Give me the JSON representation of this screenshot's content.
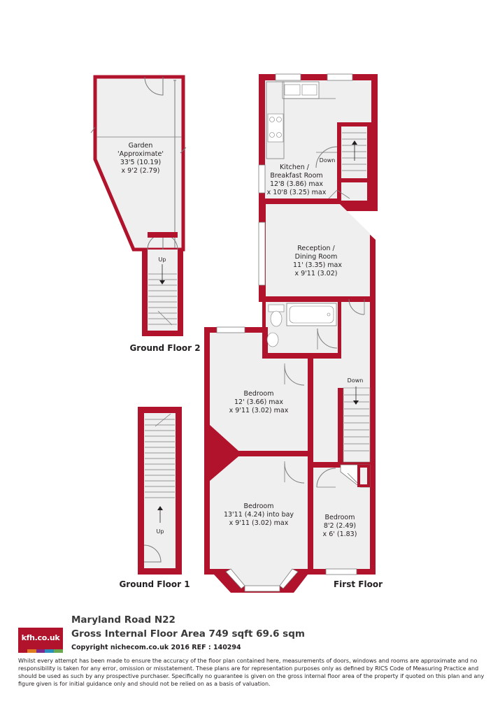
{
  "colors": {
    "wall": "#b0132b",
    "floor": "#efefef",
    "line": "#7a7a7a"
  },
  "rooms": {
    "garden": {
      "line1": "Garden",
      "line2": "'Approximate'",
      "line3": "33'5 (10.19)",
      "line4": "x 9'2 (2.79)"
    },
    "kitchen": {
      "line1": "Kitchen /",
      "line2": "Breakfast Room",
      "line3": "12'8 (3.86) max",
      "line4": "x 10'8 (3.25) max"
    },
    "reception": {
      "line1": "Reception /",
      "line2": "Dining Room",
      "line3": "11' (3.35) max",
      "line4": "x 9'11 (3.02)"
    },
    "bedroom1": {
      "line1": "Bedroom",
      "line2": "12' (3.66) max",
      "line3": "x 9'11 (3.02) max"
    },
    "bedroom2": {
      "line1": "Bedroom",
      "line2": "13'11 (4.24) into bay",
      "line3": "x 9'11 (3.02) max"
    },
    "bedroom3": {
      "line1": "Bedroom",
      "line2": "8'2 (2.49)",
      "line3": "x 6' (1.83)"
    }
  },
  "stairs": {
    "kitchen_down": "Down",
    "first_floor_down": "Down",
    "ground2_up": "Up",
    "ground1_up": "Up"
  },
  "floors": {
    "ground2": "Ground Floor 2",
    "ground1": "Ground Floor 1",
    "first": "First Floor"
  },
  "footer": {
    "logo": "kfh.co.uk",
    "logo_stripes": [
      "#b0132b",
      "#e07a1f",
      "#7a2a8c",
      "#2a8fbf",
      "#6aa84f"
    ],
    "address": "Maryland Road  N22",
    "area": "Gross Internal Floor Area 749 sqft 69.6 sqm",
    "copyright": "Copyright nichecom.co.uk 2016 REF : 140294",
    "disclaimer": "Whilst every attempt has been made to ensure the accuracy of the floor plan contained here, measurements of doors, windows and rooms are approximate and no responsibility is taken for any error, omission or misstatement.  These plans are for representation purposes only as defined by RICS Code of Measuring Practice and should be used as such by any prospective purchaser.  Specifically no guarantee is given on the gross internal floor area of the property if quoted on this plan and any figure given is for initial guidance only and should not be relied on as a basis of valuation."
  }
}
